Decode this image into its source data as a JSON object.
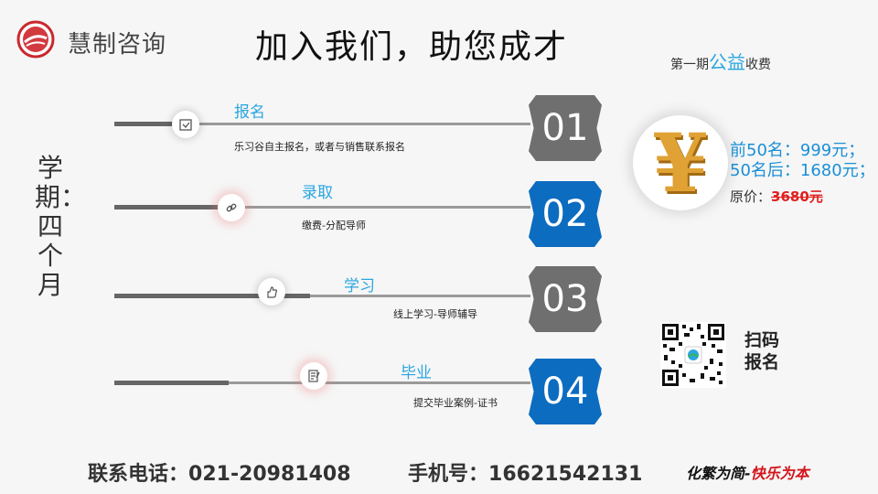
{
  "header": {
    "brand": "慧制咨询",
    "title": "加入我们，助您成才",
    "period_prefix": "第一期",
    "period_highlight": "公益",
    "period_suffix": "收费"
  },
  "side_label": "学期：四个月",
  "steps": [
    {
      "number": "01",
      "name": "报名",
      "desc": "乐习谷自主报名，或者与销售联系报名",
      "icon": "register-icon",
      "badge_color": "#6f6f6f"
    },
    {
      "number": "02",
      "name": "录取",
      "desc": "缴费-分配导师",
      "icon": "link-icon",
      "badge_color": "#0c6cc0"
    },
    {
      "number": "03",
      "name": "学习",
      "desc": "线上学习-导师辅导",
      "icon": "thumbs-up-icon",
      "badge_color": "#6f6f6f"
    },
    {
      "number": "04",
      "name": "毕业",
      "desc": "提交毕业案例-证书",
      "icon": "certificate-icon",
      "badge_color": "#0c6cc0"
    }
  ],
  "pricing": {
    "line1": "前50名：999元；",
    "line2": "50名后：1680元；",
    "original_label": "原价：",
    "original_price": "3680元"
  },
  "qr": {
    "caption_line1": "扫码",
    "caption_line2": "报名"
  },
  "footer": {
    "phone_label": "联系电话：",
    "phone": "021-20981408",
    "mobile_label": "手机号：",
    "mobile": "16621542131",
    "motto_a": "化繁为简-",
    "motto_b": "快乐为本"
  },
  "colors": {
    "accent_blue": "#2aa6e0",
    "badge_blue": "#0c6cc0",
    "badge_gray": "#6f6f6f",
    "strike_red": "#e02020"
  }
}
